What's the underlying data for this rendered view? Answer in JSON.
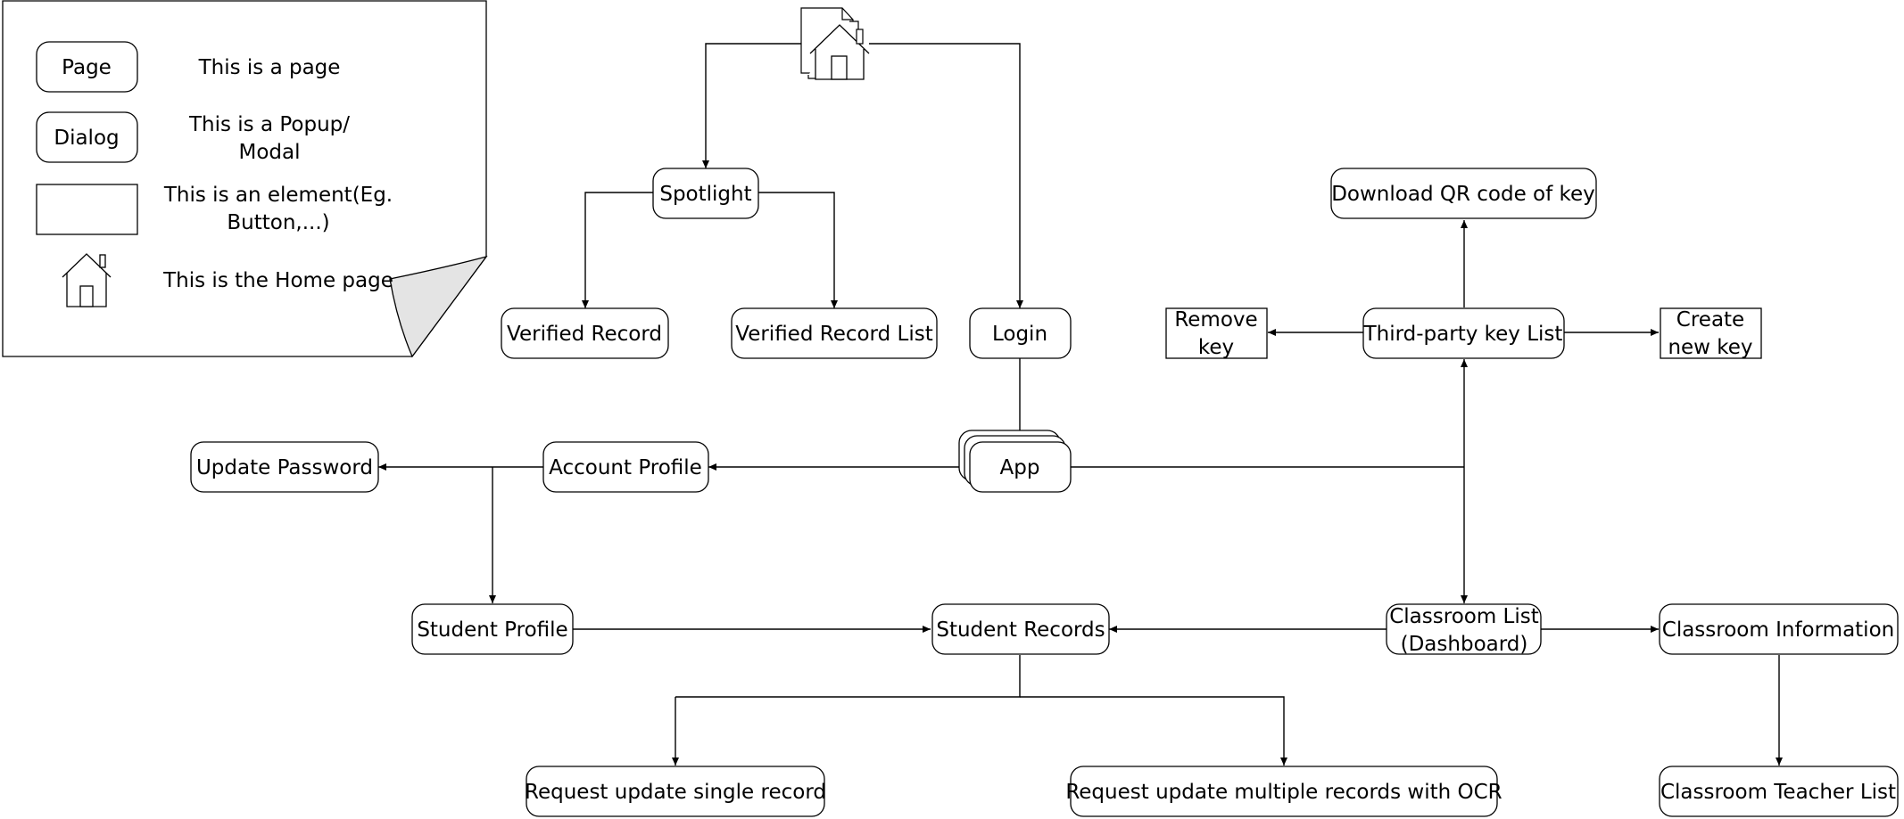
{
  "legend": {
    "page_sample": "Page",
    "page_desc": "This is a page",
    "dialog_sample": "Dialog",
    "dialog_desc_1": "This is a Popup/",
    "dialog_desc_2": "Modal",
    "element_desc_1": "This is an element(Eg.",
    "element_desc_2": "Button,...)",
    "home_desc": "This is the Home page",
    "home_icon": "home-icon"
  },
  "nodes": {
    "home": {
      "icon": "home-stack-icon"
    },
    "spotlight": "Spotlight",
    "verified_record": "Verified Record",
    "verified_record_list": "Verified Record List",
    "login": "Login",
    "app": "App",
    "account_profile": "Account Profile",
    "update_password": "Update Password",
    "student_profile": "Student Profile",
    "student_records": "Student Records",
    "request_single": "Request update single record",
    "request_multiple": "Request update multiple records with OCR",
    "classroom_list_1": "Classroom List",
    "classroom_list_2": "(Dashboard)",
    "classroom_information": "Classroom Information",
    "classroom_teacher_list": "Classroom Teacher List",
    "third_party_key_list": "Third-party key List",
    "download_qr": "Download QR code of key",
    "remove_key_1": "Remove",
    "remove_key_2": "key",
    "create_key_1": "Create",
    "create_key_2": "new key"
  }
}
